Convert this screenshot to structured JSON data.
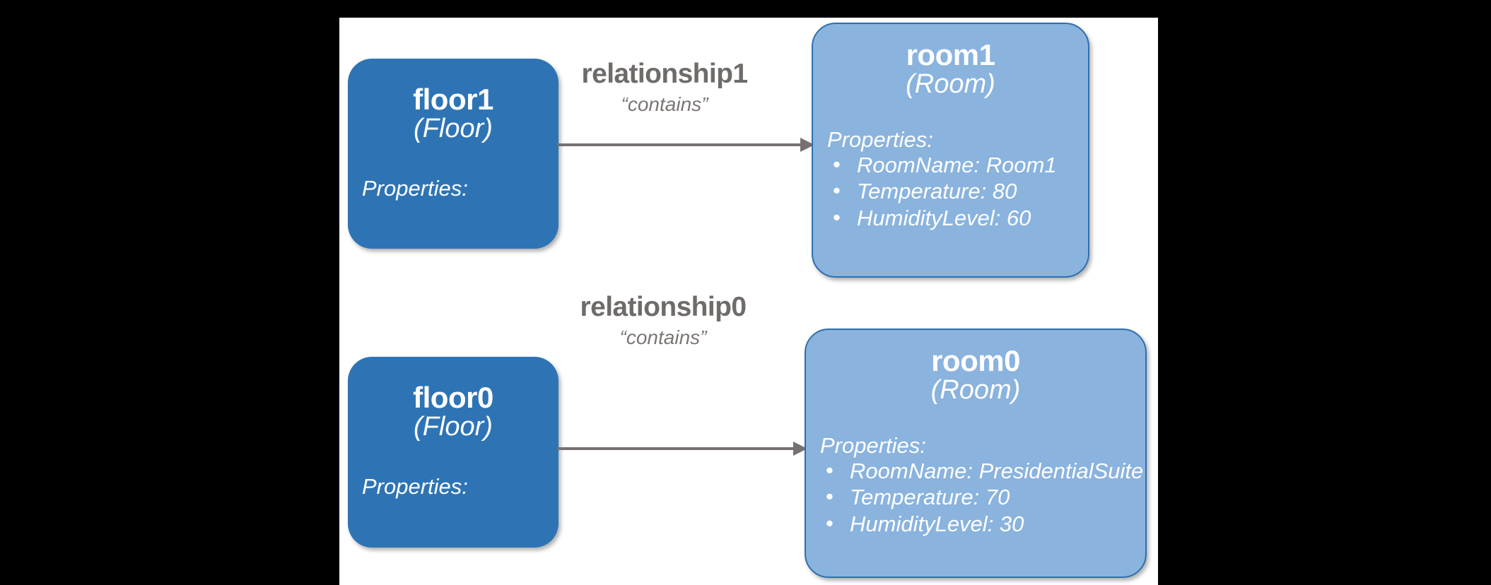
{
  "canvas": {
    "background_color": "#ffffff",
    "outer_background_color": "#000000"
  },
  "colors": {
    "floor_fill": "#2E74B5",
    "room_fill": "#8AB3DE",
    "room_border": "#2E6FAF",
    "label_text": "#6F6B69",
    "arrow": "#767070",
    "node_text": "#FFFFFF"
  },
  "nodes": [
    {
      "id": "floor1",
      "kind": "floor",
      "title": "floor1",
      "type_label": "(Floor)",
      "properties_heading": "Properties:",
      "properties": []
    },
    {
      "id": "room1",
      "kind": "room",
      "title": "room1",
      "type_label": "(Room)",
      "properties_heading": "Properties:",
      "properties": [
        "RoomName: Room1",
        "Temperature: 80",
        "HumidityLevel: 60"
      ]
    },
    {
      "id": "floor0",
      "kind": "floor",
      "title": "floor0",
      "type_label": "(Floor)",
      "properties_heading": "Properties:",
      "properties": []
    },
    {
      "id": "room0",
      "kind": "room",
      "title": "room0",
      "type_label": "(Room)",
      "properties_heading": "Properties:",
      "properties": [
        "RoomName: PresidentialSuite",
        "Temperature: 70",
        "HumidityLevel: 30"
      ]
    }
  ],
  "relationships": [
    {
      "id": "relationship1",
      "name": "relationship1",
      "kind": "“contains”",
      "source": "floor1",
      "target": "room1"
    },
    {
      "id": "relationship0",
      "name": "relationship0",
      "kind": "“contains”",
      "source": "floor0",
      "target": "room0"
    }
  ],
  "bullet_glyph": "•"
}
